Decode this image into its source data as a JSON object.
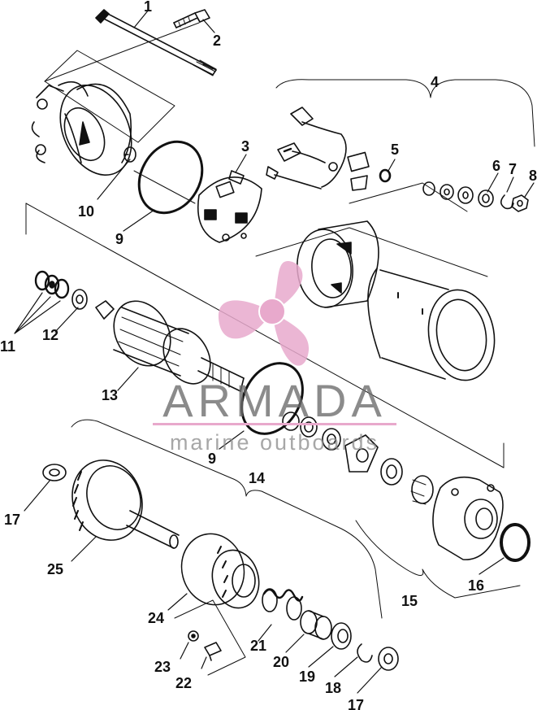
{
  "callouts": [
    "1",
    "2",
    "3",
    "4",
    "5",
    "6",
    "7",
    "8",
    "9",
    "10",
    "11",
    "12",
    "13",
    "14",
    "15",
    "16",
    "17",
    "18",
    "19",
    "20",
    "21",
    "22",
    "23",
    "24",
    "25"
  ],
  "callout_9_repeat": "9",
  "callout_17_repeat": "17",
  "watermark": {
    "brand": "ARMADA",
    "tagline": "marine outboards",
    "accent_color": "#e8a9cc"
  },
  "colors": {
    "line": "#111111",
    "paper": "#ffffff"
  }
}
